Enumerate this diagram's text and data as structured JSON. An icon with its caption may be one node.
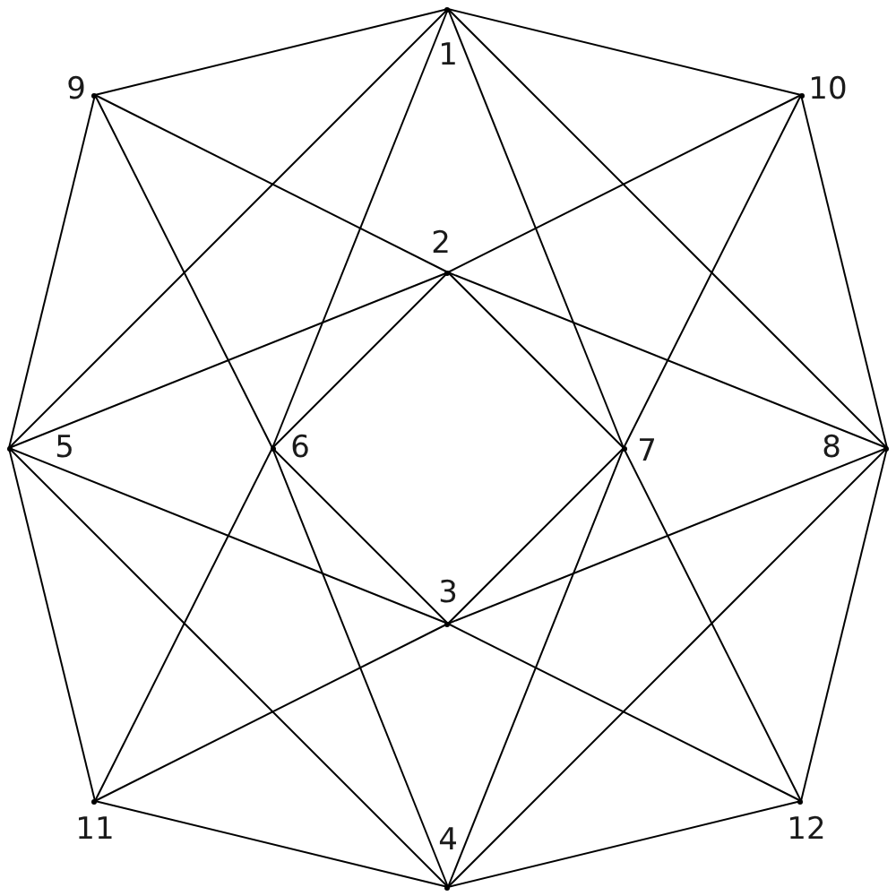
{
  "diagram": {
    "nodes": [
      {
        "text": [
          "1"
        ]
      },
      {
        "text": [
          "9"
        ]
      },
      {
        "text": [
          "10"
        ]
      },
      {
        "text": [
          "2"
        ]
      },
      {
        "text": [
          "5"
        ]
      },
      {
        "text": [
          "6"
        ]
      },
      {
        "text": [
          "7"
        ]
      },
      {
        "text": [
          "8"
        ]
      },
      {
        "text": [
          "3"
        ]
      },
      {
        "text": [
          "11"
        ]
      },
      {
        "text": [
          "12"
        ]
      },
      {
        "text": [
          "4"
        ]
      }
    ],
    "edges": [
      {
        "from": 0,
        "to": 2,
        "arrow": "none"
      },
      {
        "from": 2,
        "to": 7,
        "arrow": "none"
      },
      {
        "from": 7,
        "to": 10,
        "arrow": "none"
      },
      {
        "from": 10,
        "to": 11,
        "arrow": "none"
      },
      {
        "from": 11,
        "to": 9,
        "arrow": "none"
      },
      {
        "from": 9,
        "to": 4,
        "arrow": "none"
      },
      {
        "from": 4,
        "to": 1,
        "arrow": "none"
      },
      {
        "from": 1,
        "to": 0,
        "arrow": "none"
      },
      {
        "from": 3,
        "to": 6,
        "arrow": "none"
      },
      {
        "from": 6,
        "to": 8,
        "arrow": "none"
      },
      {
        "from": 8,
        "to": 5,
        "arrow": "none"
      },
      {
        "from": 5,
        "to": 3,
        "arrow": "none"
      },
      {
        "from": 0,
        "to": 4,
        "arrow": "none"
      },
      {
        "from": 0,
        "to": 7,
        "arrow": "none"
      },
      {
        "from": 0,
        "to": 5,
        "arrow": "none"
      },
      {
        "from": 0,
        "to": 6,
        "arrow": "none"
      },
      {
        "from": 11,
        "to": 4,
        "arrow": "none"
      },
      {
        "from": 11,
        "to": 7,
        "arrow": "none"
      },
      {
        "from": 11,
        "to": 5,
        "arrow": "none"
      },
      {
        "from": 11,
        "to": 6,
        "arrow": "none"
      },
      {
        "from": 4,
        "to": 3,
        "arrow": "none"
      },
      {
        "from": 4,
        "to": 8,
        "arrow": "none"
      },
      {
        "from": 7,
        "to": 3,
        "arrow": "none"
      },
      {
        "from": 7,
        "to": 8,
        "arrow": "none"
      },
      {
        "from": 1,
        "to": 3,
        "arrow": "none"
      },
      {
        "from": 1,
        "to": 5,
        "arrow": "none"
      },
      {
        "from": 2,
        "to": 3,
        "arrow": "none"
      },
      {
        "from": 2,
        "to": 6,
        "arrow": "none"
      },
      {
        "from": 9,
        "to": 5,
        "arrow": "none"
      },
      {
        "from": 9,
        "to": 8,
        "arrow": "none"
      },
      {
        "from": 10,
        "to": 6,
        "arrow": "none"
      },
      {
        "from": 10,
        "to": 8,
        "arrow": "none"
      }
    ]
  }
}
